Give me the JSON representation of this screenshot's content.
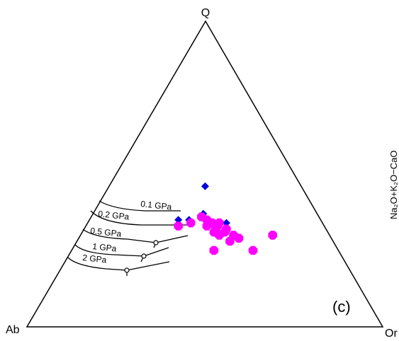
{
  "vertices": {
    "top": "Q",
    "left": "Ab",
    "right": "Or"
  },
  "panel_label": "(c)",
  "side_label": "Na₂O+K₂O−CaO",
  "isobars": [
    {
      "label": "0.1 GPa"
    },
    {
      "label": "0.2 GPa"
    },
    {
      "label": "0.5 GPa"
    },
    {
      "label": "1 GPa"
    },
    {
      "label": "2 GPa"
    }
  ],
  "colors": {
    "magenta": "#ff00ff",
    "blue": "#0000dd",
    "line": "#000000"
  },
  "chart_data": {
    "type": "scatter",
    "series": [
      {
        "marker": "diamond",
        "color": "#0000dd",
        "points": [
          {
            "Q": 46,
            "Ab": 27,
            "Or": 27
          },
          {
            "Q": 37,
            "Ab": 32,
            "Or": 31
          },
          {
            "Q": 35,
            "Ab": 40,
            "Or": 25
          },
          {
            "Q": 35,
            "Ab": 37,
            "Or": 28
          },
          {
            "Q": 34,
            "Ab": 27,
            "Or": 39
          }
        ]
      },
      {
        "marker": "octagon",
        "color": "#ff00ff",
        "points": [
          {
            "Q": 36,
            "Ab": 33,
            "Or": 31
          },
          {
            "Q": 35,
            "Ab": 32,
            "Or": 33
          },
          {
            "Q": 34,
            "Ab": 31,
            "Or": 35
          },
          {
            "Q": 34,
            "Ab": 29,
            "Or": 37
          },
          {
            "Q": 33,
            "Ab": 33,
            "Or": 34
          },
          {
            "Q": 33,
            "Ab": 30,
            "Or": 37
          },
          {
            "Q": 32,
            "Ab": 31,
            "Or": 37
          },
          {
            "Q": 32,
            "Ab": 28,
            "Or": 40
          },
          {
            "Q": 31,
            "Ab": 32,
            "Or": 37
          },
          {
            "Q": 31,
            "Ab": 29,
            "Or": 40
          },
          {
            "Q": 30,
            "Ab": 31,
            "Or": 39
          },
          {
            "Q": 30,
            "Ab": 27,
            "Or": 43
          },
          {
            "Q": 34,
            "Ab": 37,
            "Or": 29
          },
          {
            "Q": 33,
            "Ab": 41,
            "Or": 26
          },
          {
            "Q": 29,
            "Ab": 26,
            "Or": 45
          },
          {
            "Q": 28,
            "Ab": 29,
            "Or": 43
          },
          {
            "Q": 25,
            "Ab": 35,
            "Or": 40
          },
          {
            "Q": 25,
            "Ab": 24,
            "Or": 51
          },
          {
            "Q": 30,
            "Ab": 16,
            "Or": 54
          }
        ]
      }
    ]
  }
}
